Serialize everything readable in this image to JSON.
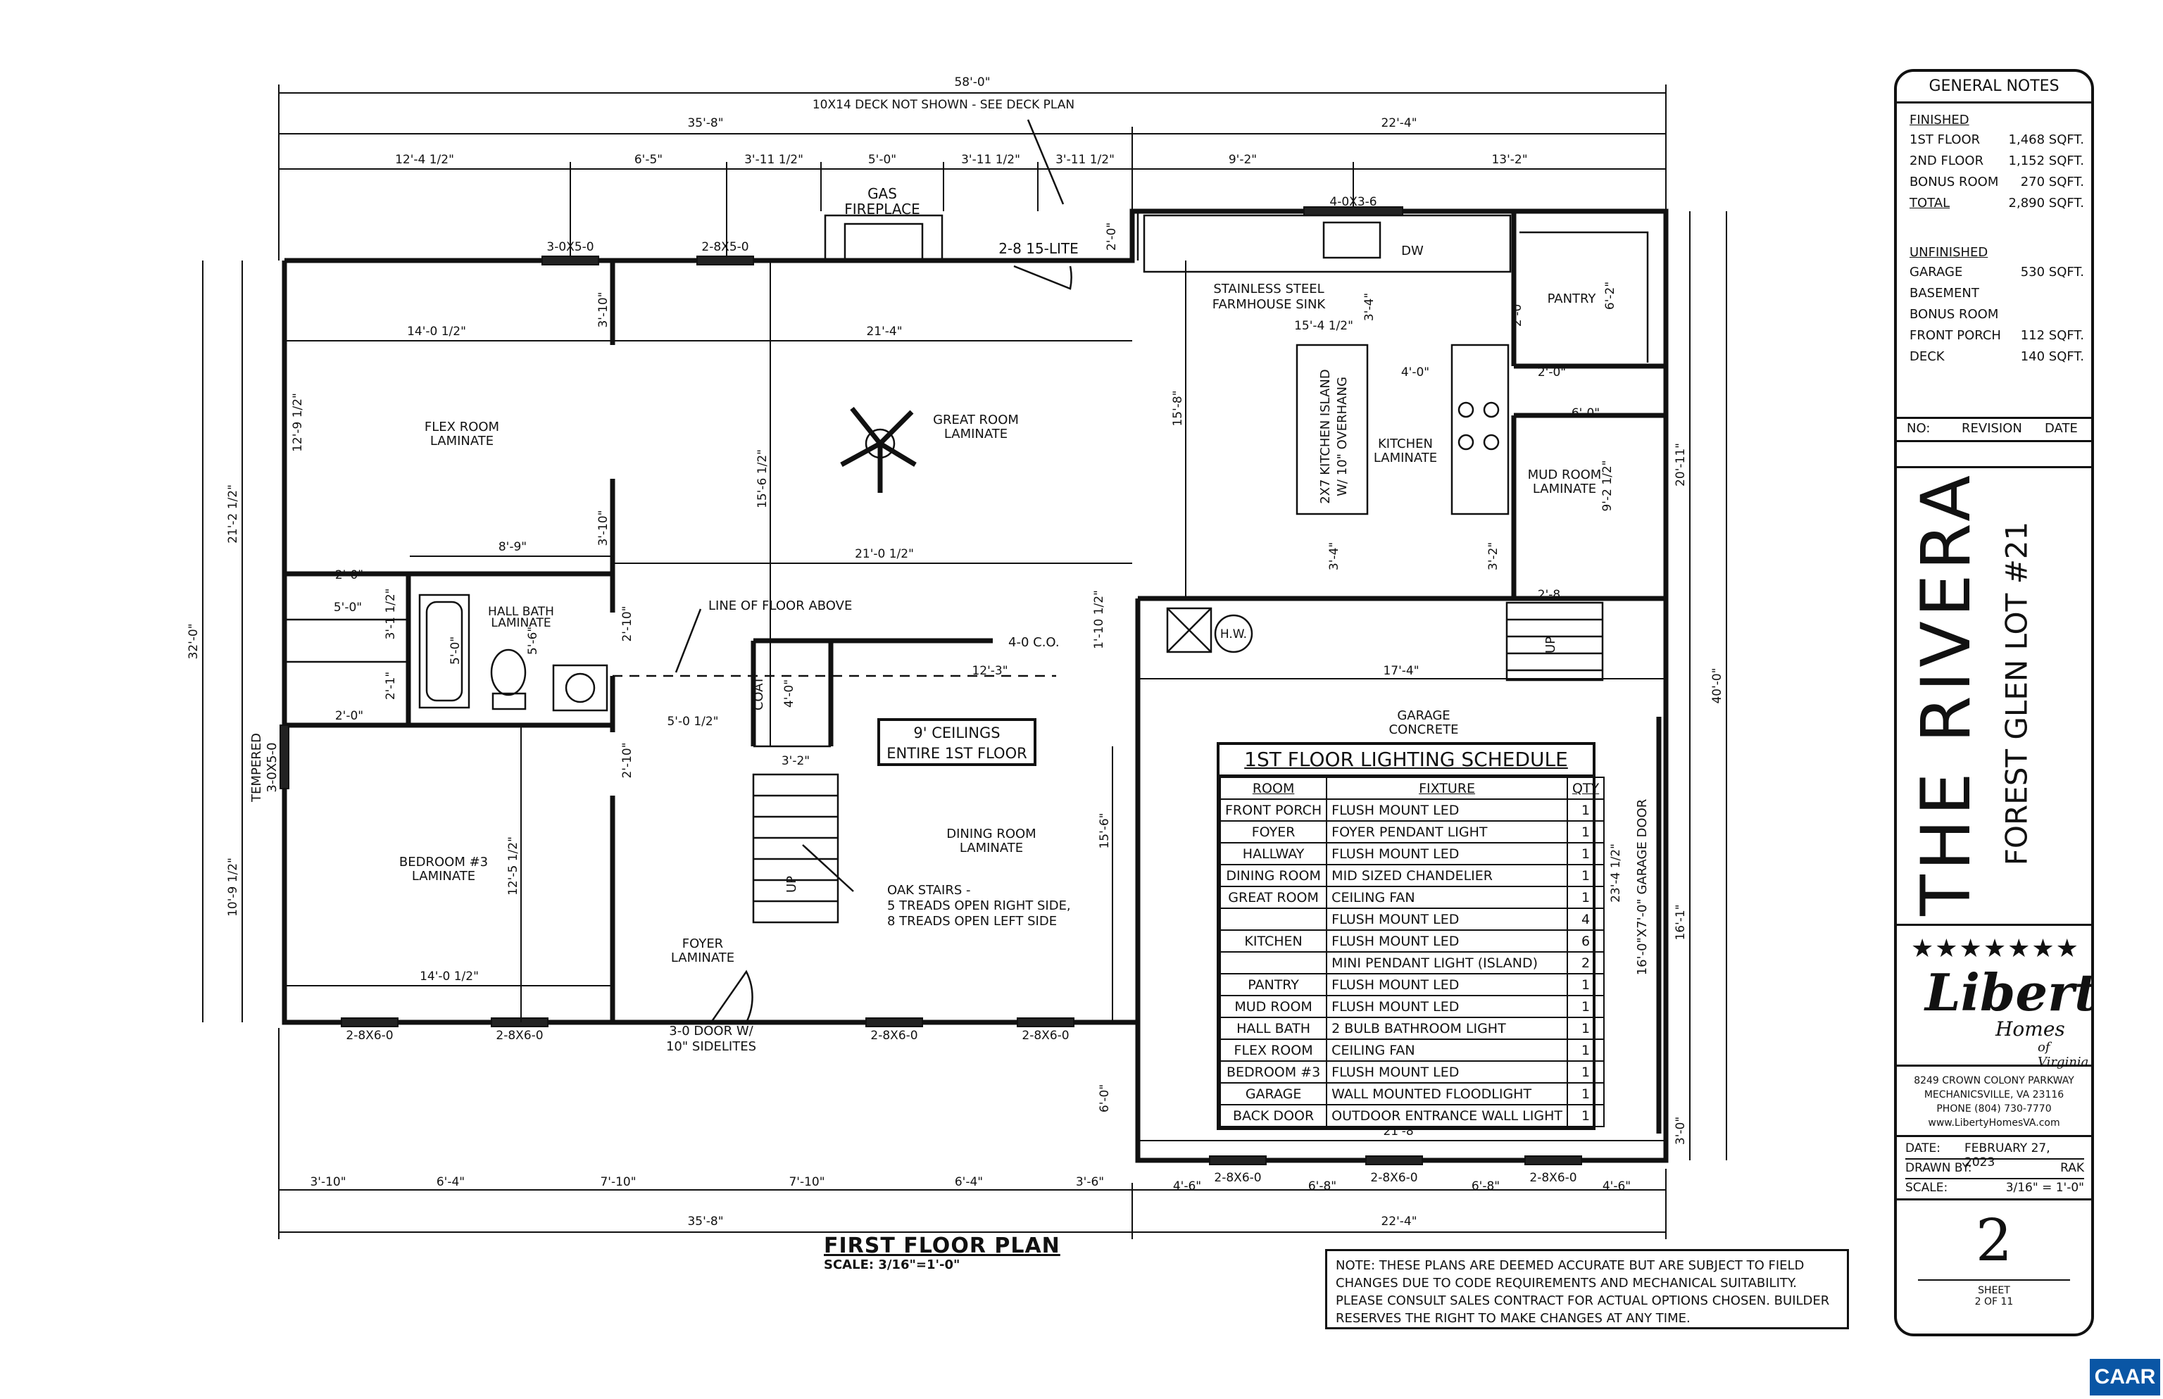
{
  "dims_top": {
    "overall": "58'-0\"",
    "left": "35'-8\"",
    "right": "22'-4\"",
    "segments": [
      "12'-4 1/2\"",
      "6'-5\"",
      "3'-11 1/2\"",
      "5'-0\"",
      "3'-11 1/2\"",
      "3'-11 1/2\"",
      "9'-2\"",
      "13'-2\""
    ],
    "deck_note": "10X14 DECK NOT SHOWN - SEE DECK PLAN"
  },
  "dims_bottom": {
    "left": "35'-8\"",
    "right": "22'-4\"",
    "segments": [
      "3'-10\"",
      "6'-4\"",
      "7'-10\"",
      "7'-10\"",
      "6'-4\"",
      "3'-6\"",
      "4'-6\"",
      "6'-8\"",
      "6'-8\"",
      "4'-6\""
    ]
  },
  "dims_side": {
    "left_overall": "32'-0\"",
    "left_upper": "21'-2 1/2\"",
    "left_lower": "10'-9 1/2\"",
    "right_overall": "40'-0\"",
    "right_upper": "20'-11\"",
    "right_lower": "16'-1\"",
    "right_small": "3'-0\""
  },
  "interior_dims": [
    "14'-0 1/2\"",
    "21'-4\"",
    "15'-4 1/2\"",
    "12'-9 1/2\"",
    "3'-10\"",
    "3'-10\"",
    "15'-6 1/2\"",
    "15'-8\"",
    "3'-4\"",
    "4'-0\"",
    "6'-2\"",
    "2'-0\"",
    "2'-0\"",
    "6'-0\"",
    "9'-2 1/2\"",
    "3'-2\"",
    "3'-4\"",
    "8'-9\"",
    "21'-0 1/2\"",
    "5'-0\"",
    "3'-1 1/2\"",
    "5'-0\"",
    "2'-1\"",
    "5'-6\"",
    "2'-10\"",
    "2'-10\"",
    "2'-0\"",
    "2'-0\"",
    "1'-10 1/2\"",
    "12'-3\"",
    "17'-4\"",
    "5'-0 1/2\"",
    "4'-0\"",
    "3'-2\"",
    "12'-5 1/2\"",
    "14'-0 1/2\"",
    "15'-6\"",
    "6'-0\"",
    "23'-4 1/2\"",
    "21'-8\"",
    "2'-8",
    "2'-0\""
  ],
  "windows": [
    "3-0X5-0",
    "2-8X5-0",
    "4-0X3-6",
    "2-8X6-0",
    "2-8X6-0",
    "2-8X6-0",
    "2-8X6-0",
    "2-8X6-0",
    "2-8X6-0",
    "2-8X6-0",
    "3-0X5-0"
  ],
  "rooms": {
    "flex": [
      "FLEX ROOM",
      "LAMINATE"
    ],
    "great": [
      "GREAT ROOM",
      "LAMINATE"
    ],
    "kitchen": [
      "KITCHEN",
      "LAMINATE"
    ],
    "pantry": "PANTRY",
    "mud": [
      "MUD ROOM",
      "LAMINATE"
    ],
    "hallbath": [
      "HALL BATH",
      "LAMINATE"
    ],
    "garage": [
      "GARAGE",
      "CONCRETE"
    ],
    "dining": [
      "DINING ROOM",
      "LAMINATE"
    ],
    "bedroom": [
      "BEDROOM #3",
      "LAMINATE"
    ],
    "foyer": [
      "FOYER",
      "LAMINATE"
    ]
  },
  "labels": {
    "gas_fireplace": [
      "GAS",
      "FIREPLACE"
    ],
    "lite": "2-8 15-LITE",
    "sink": [
      "STAINLESS STEEL",
      "FARMHOUSE SINK"
    ],
    "dw": "DW",
    "island": [
      "2X7 KITCHEN ISLAND",
      "W/ 10\" OVERHANG"
    ],
    "hw": "H.W.",
    "floor_above": "LINE OF FLOOR ABOVE",
    "co": "4-0 C.O.",
    "coat": "COAT",
    "up": "UP",
    "stairs_note": [
      "OAK STAIRS -",
      "5 TREADS OPEN RIGHT SIDE,",
      "8 TREADS OPEN LEFT SIDE"
    ],
    "front_door": [
      "3-0 DOOR W/",
      "10\" SIDELITES"
    ],
    "garage_door": "16'-0\"X7'-0\" GARAGE DOOR",
    "tempered": [
      "TEMPERED",
      "3-0X5-0"
    ]
  },
  "ceiling_note": [
    "9' CEILINGS",
    "ENTIRE 1ST FLOOR"
  ],
  "plan_title": "FIRST FLOOR PLAN",
  "plan_scale": "SCALE: 3/16\"=1'-0\"",
  "lighting": {
    "title": "1ST FLOOR LIGHTING SCHEDULE",
    "headers": [
      "ROOM",
      "FIXTURE",
      "QTY"
    ],
    "rows": [
      [
        "FRONT PORCH",
        "FLUSH MOUNT LED",
        "1"
      ],
      [
        "FOYER",
        "FOYER PENDANT LIGHT",
        "1"
      ],
      [
        "HALLWAY",
        "FLUSH MOUNT LED",
        "1"
      ],
      [
        "DINING ROOM",
        "MID SIZED CHANDELIER",
        "1"
      ],
      [
        "GREAT ROOM",
        "CEILING FAN",
        "1"
      ],
      [
        "",
        "FLUSH MOUNT LED",
        "4"
      ],
      [
        "KITCHEN",
        "FLUSH MOUNT LED",
        "6"
      ],
      [
        "",
        "MINI PENDANT LIGHT (ISLAND)",
        "2"
      ],
      [
        "PANTRY",
        "FLUSH MOUNT LED",
        "1"
      ],
      [
        "MUD ROOM",
        "FLUSH MOUNT LED",
        "1"
      ],
      [
        "HALL BATH",
        "2 BULB BATHROOM LIGHT",
        "1"
      ],
      [
        "FLEX ROOM",
        "CEILING FAN",
        "1"
      ],
      [
        "BEDROOM #3",
        "FLUSH MOUNT LED",
        "1"
      ],
      [
        "GARAGE",
        "WALL MOUNTED FLOODLIGHT",
        "1"
      ],
      [
        "BACK DOOR",
        "OUTDOOR ENTRANCE WALL LIGHT",
        "1"
      ]
    ]
  },
  "note": "NOTE: THESE PLANS ARE DEEMED ACCURATE BUT ARE SUBJECT TO FIELD CHANGES DUE TO CODE REQUIREMENTS AND MECHANICAL SUITABILITY. PLEASE CONSULT SALES CONTRACT FOR ACTUAL OPTIONS CHOSEN. BUILDER RESERVES THE RIGHT TO MAKE CHANGES AT ANY TIME.",
  "general_notes": {
    "title": "GENERAL NOTES",
    "finished_label": "FINISHED",
    "finished": [
      [
        "1ST FLOOR",
        "1,468 SQFT."
      ],
      [
        "2ND FLOOR",
        "1,152 SQFT."
      ],
      [
        "BONUS ROOM",
        "270 SQFT."
      ],
      [
        "TOTAL",
        "2,890 SQFT."
      ]
    ],
    "unfinished_label": "UNFINISHED",
    "unfinished": [
      [
        "GARAGE",
        "530 SQFT."
      ],
      [
        "BASEMENT",
        ""
      ],
      [
        "BONUS ROOM",
        ""
      ],
      [
        "FRONT PORCH",
        "112 SQFT."
      ],
      [
        "DECK",
        "140 SQFT."
      ]
    ]
  },
  "revision_headers": [
    "NO:",
    "REVISION",
    "DATE"
  ],
  "project": {
    "name": "THE RIVERA",
    "lot": "FOREST GLEN LOT #21"
  },
  "logo": {
    "stars": "★★★★★★★",
    "brand": "Liberty",
    "homes": "Homes",
    "of": "of Virginia"
  },
  "address": [
    "8249 CROWN COLONY PARKWAY",
    "MECHANICSVILLE, VA 23116",
    "PHONE (804) 730-7770",
    "www.LibertyHomesVA.com"
  ],
  "meta": {
    "date_label": "DATE:",
    "date": "FEBRUARY 27, 2023",
    "drawn_label": "DRAWN BY:",
    "drawn": "RAK",
    "scale_label": "SCALE:",
    "scale": "3/16\" = 1'-0\""
  },
  "sheet": {
    "number": "2",
    "label": "SHEET",
    "of": "2 OF 11"
  },
  "badge": "CAAR"
}
